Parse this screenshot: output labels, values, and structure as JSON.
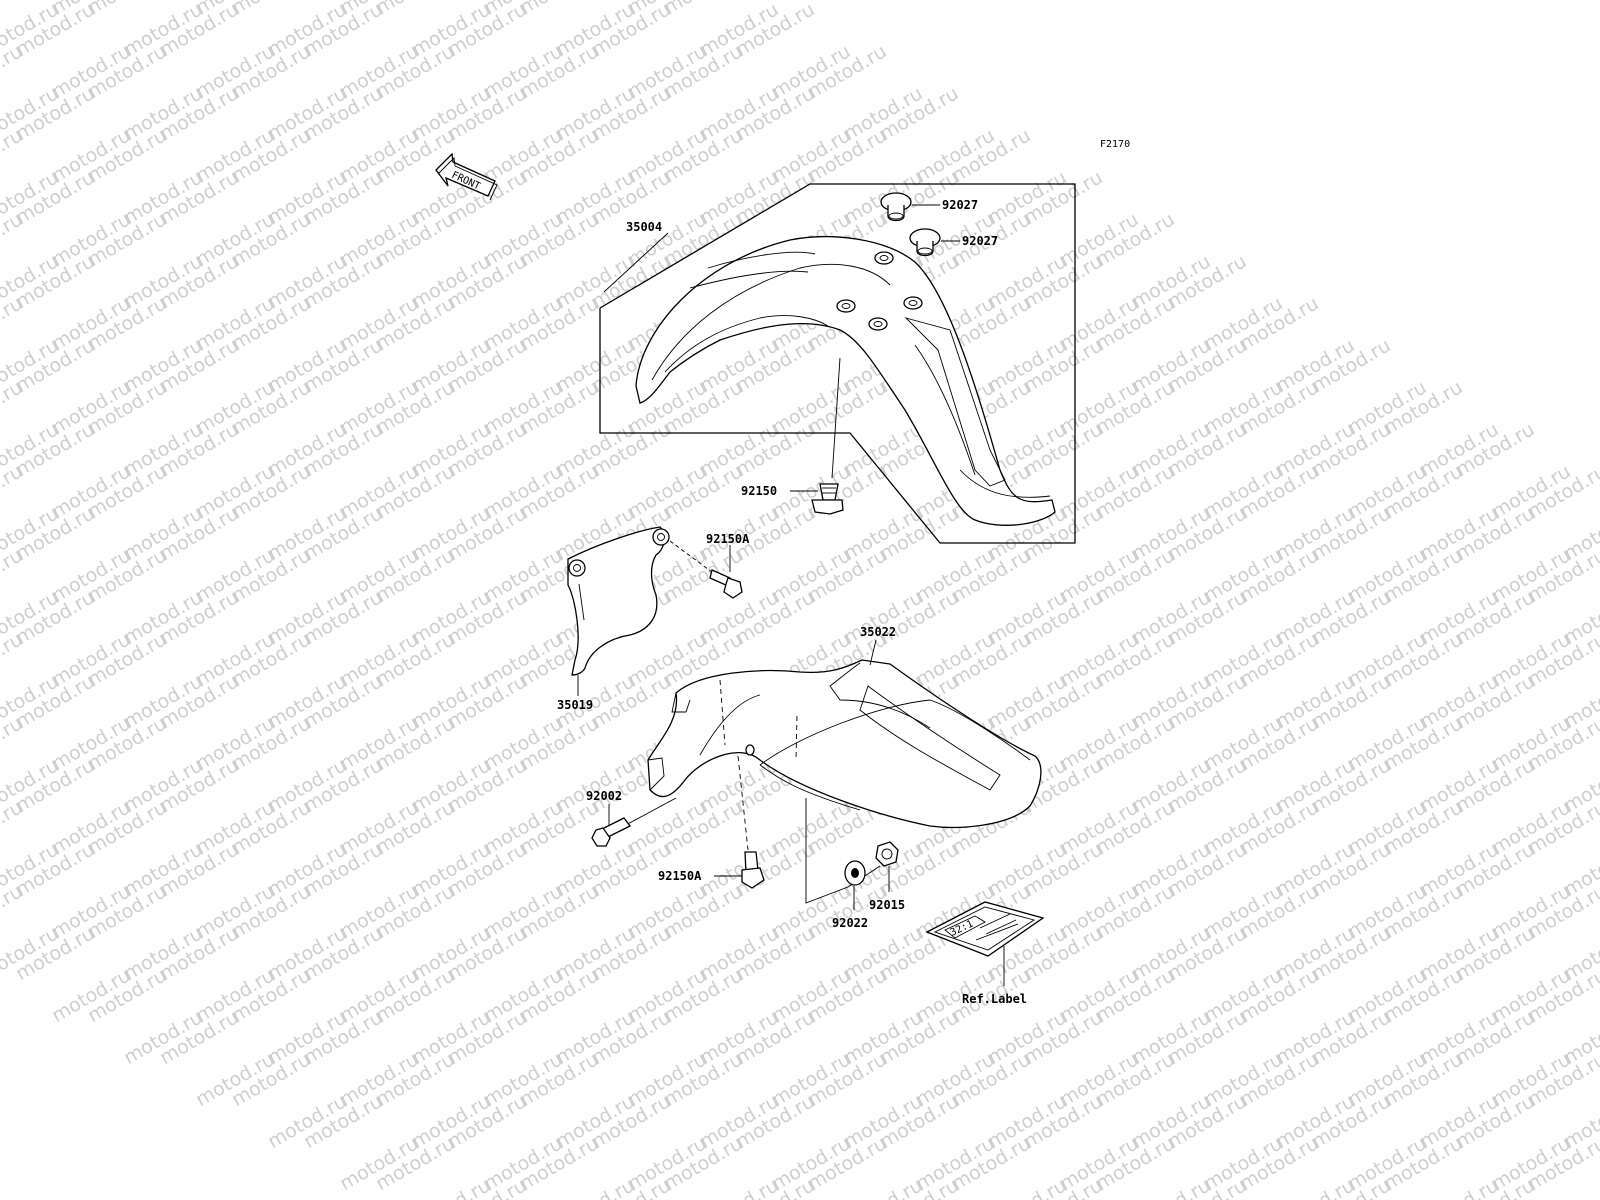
{
  "diagram_code": "F2170",
  "front_arrow_label": "FRONT",
  "watermark_text": "motod.ru",
  "callouts": {
    "front_fender": "35004",
    "fender_grommet_top": "92027",
    "fender_grommet_bottom": "92027",
    "fender_bolt": "92150",
    "side_cover": "35019",
    "side_cover_bolt": "92150A",
    "rear_fender": "35022",
    "rear_fender_bolt_left": "92002",
    "rear_fender_bolt_bottom": "92150A",
    "washer": "92022",
    "nut": "92015",
    "ref_label": "Ref.Label"
  },
  "label_plate_text": "32:1"
}
